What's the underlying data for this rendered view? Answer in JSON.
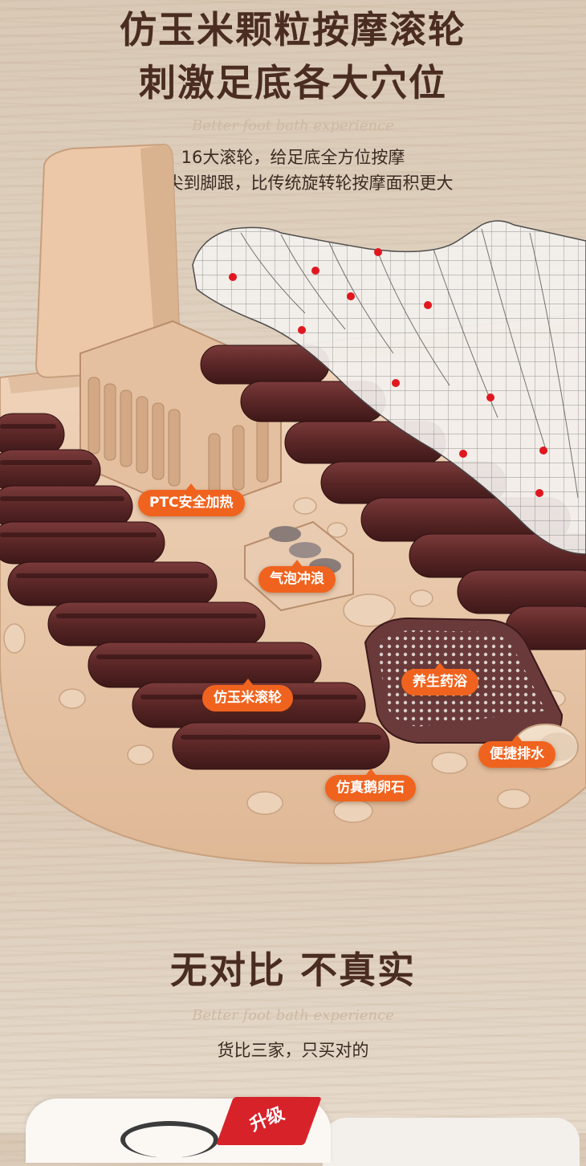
{
  "header": {
    "title_line1": "仿玉米颗粒按摩滚轮",
    "title_line2": "刺激足底各大穴位",
    "english_tag": "Better foot bath experience",
    "desc_line1": "16大滚轮，给足底全方位按摩",
    "desc_line2": "从脚尖到脚跟，比传统旋转轮按摩面积更大"
  },
  "callouts": {
    "ptc": "PTC安全加热",
    "bubble": "气泡冲浪",
    "corn_roller": "仿玉米滚轮",
    "herbal_bath": "养生药浴",
    "drain": "便捷排水",
    "pebble": "仿真鹅卵石"
  },
  "compare": {
    "title": "无对比 不真实",
    "english_tag": "Better foot bath experience",
    "subtitle": "货比三家，只买对的",
    "badge": "升级"
  },
  "colors": {
    "headline": "#4a2c21",
    "callout": "#f0631e",
    "tub": "#e7c4a5",
    "roller": "#5a2a2a",
    "badge": "#d8222a"
  }
}
